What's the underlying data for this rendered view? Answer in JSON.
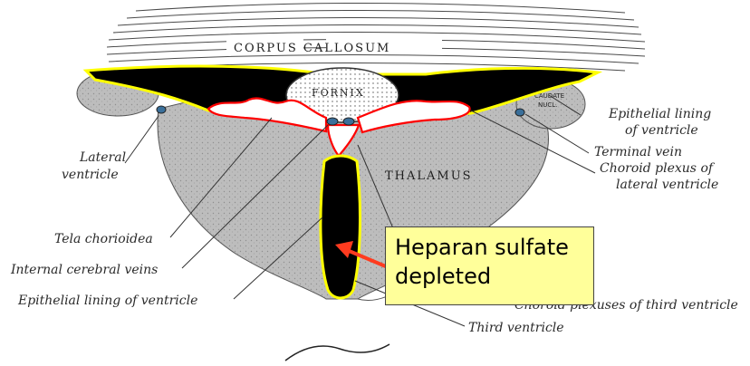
{
  "structures": {
    "corpus_callosum": "CORPUS   CALLOSUM",
    "fornix": "FORNIX",
    "thalamus": "THALAMUS",
    "caudate_line1": "CAUDATE",
    "caudate_line2": "NUCL."
  },
  "labels_left": {
    "lateral_ventricle_1": "Lateral",
    "lateral_ventricle_2": "ventricle",
    "tela_chorioidea": "Tela chorioidea",
    "internal_cerebral_veins": "Internal cerebral veins",
    "epithelial_lining_left": "Epithelial lining of ventricle"
  },
  "labels_right": {
    "epithelial_lining_1": "Epithelial lining",
    "epithelial_lining_2": "of ventricle",
    "terminal_vein": "Terminal vein",
    "choroid_plexus_lateral_1": "Choroid plexus of",
    "choroid_plexus_lateral_2": "lateral ventricle",
    "choroid_plexuses_third": "Choroid plexuses of third ventricle",
    "third_ventricle": "Third ventricle"
  },
  "callout": {
    "line1": "Heparan sulfate",
    "line2": "depleted"
  },
  "colors": {
    "ventricle_fill": "#000000",
    "lining_highlight": "#ffff00",
    "plexus_highlight": "#ff0000",
    "arrow": "#ff3b1f",
    "callout_bg": "#ffff9a",
    "tissue": "#bdbdbd"
  }
}
